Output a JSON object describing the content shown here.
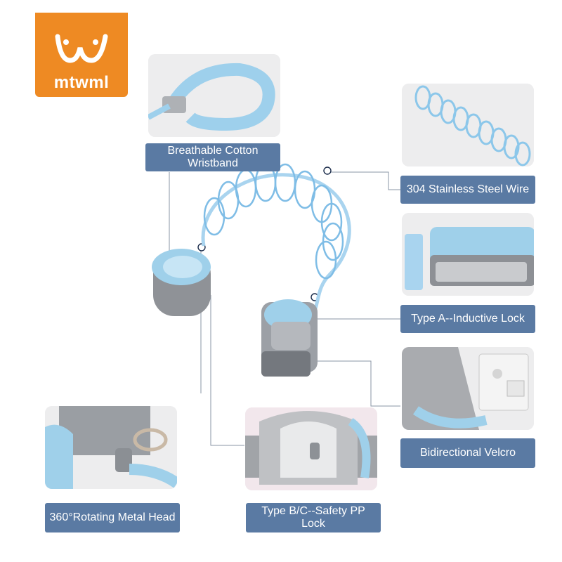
{
  "brand": {
    "name": "mtwml",
    "color": "#ee8a23"
  },
  "label_color": "#5a7aa3",
  "features": [
    {
      "label": "Breathable Cotton Wristband"
    },
    {
      "label": "304 Stainless Steel Wire"
    },
    {
      "label": "Type A--Inductive Lock"
    },
    {
      "label": "Bidirectional Velcro"
    },
    {
      "label": "360°Rotating Metal Head"
    },
    {
      "label": "Type B/C--Safety PP Lock"
    }
  ]
}
